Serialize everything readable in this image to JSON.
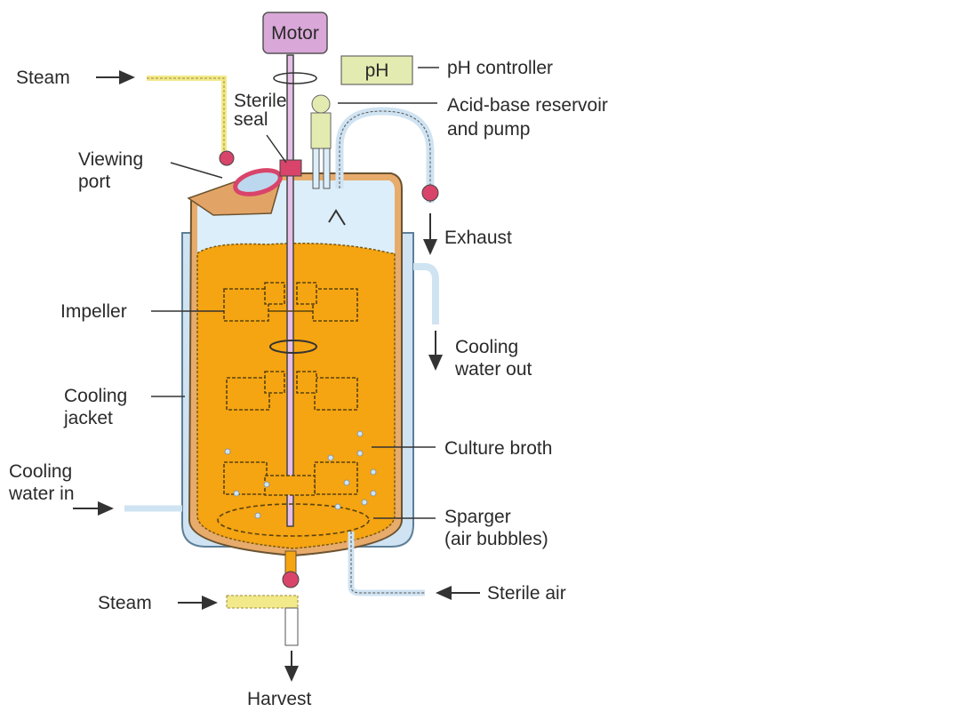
{
  "title": "Bioreactor (fermenter) diagram",
  "colors": {
    "broth": "#f5a412",
    "vessel_wall": "#e7ab6c",
    "jacket": "#cfe3f2",
    "headspace": "#dceefa",
    "steam_pipe": "#f2e98a",
    "valve": "#d9446a",
    "motor_box": "#d9a7d8",
    "ph_box": "#e3ebb0"
  },
  "components": {
    "motor": "Motor",
    "ph_box": "pH"
  },
  "labels": {
    "steam_top": "Steam",
    "sterile_seal_line1": "Sterile",
    "sterile_seal_line2": "seal",
    "viewing_port_line1": "Viewing",
    "viewing_port_line2": "port",
    "ph_controller": "pH controller",
    "acid_base_line1": "Acid-base reservoir",
    "acid_base_line2": "and pump",
    "exhaust": "Exhaust",
    "impeller": "Impeller",
    "cooling_water_out_line1": "Cooling",
    "cooling_water_out_line2": "water out",
    "cooling_jacket_line1": "Cooling",
    "cooling_jacket_line2": "jacket",
    "culture_broth": "Culture broth",
    "cooling_water_in_line1": "Cooling",
    "cooling_water_in_line2": "water in",
    "sparger_line1": "Sparger",
    "sparger_line2": "(air bubbles)",
    "steam_bottom": "Steam",
    "sterile_air": "Sterile air",
    "harvest": "Harvest"
  }
}
